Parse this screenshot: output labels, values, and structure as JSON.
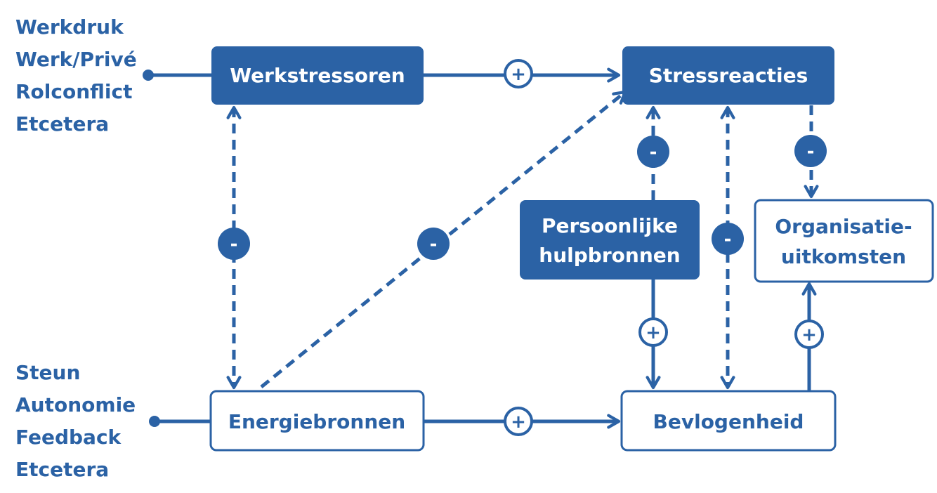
{
  "colors": {
    "accent": "#2b62a5",
    "white": "#ffffff"
  },
  "left_labels": {
    "top": [
      "Werkdruk",
      "Werk/Privé",
      "Rolconflict",
      "Etcetera"
    ],
    "bottom": [
      "Steun",
      "Autonomie",
      "Feedback",
      "Etcetera"
    ]
  },
  "nodes": {
    "werkstressoren": "Werkstressoren",
    "stressreacties": "Stressreacties",
    "energiebronnen": "Energiebronnen",
    "bevlogenheid": "Bevlogenheid",
    "persoonlijke": [
      "Persoonlijke",
      "hulpbronnen"
    ],
    "organisatie": [
      "Organisatie-",
      "uitkomsten"
    ]
  },
  "signs": {
    "werk_to_stress": "+",
    "energie_to_bevlogen": "+",
    "werk_energie": "-",
    "energie_to_stress": "-",
    "persoonlijk_to_stress": "-",
    "stress_bevlogen": "-",
    "stress_to_organisatie": "-",
    "persoonlijk_to_bevlogen": "+",
    "bevlogen_to_organisatie": "+"
  }
}
